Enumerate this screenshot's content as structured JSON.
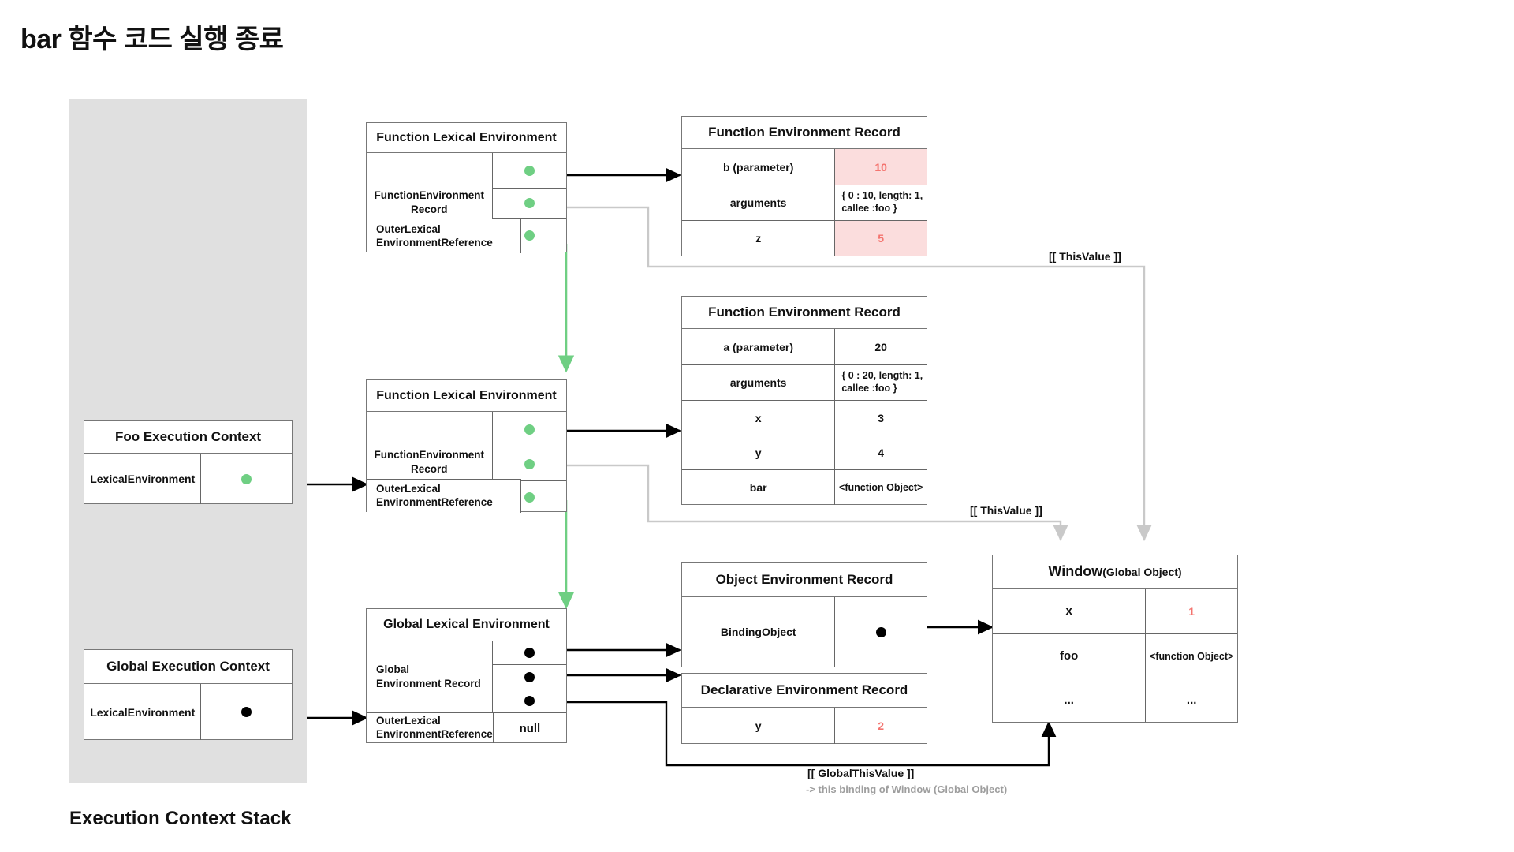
{
  "title": "bar 함수 코드 실행 종료",
  "stack": {
    "caption": "Execution Context Stack",
    "contexts": [
      {
        "name": "foo-execution-context",
        "header": "Foo Execution Context",
        "rows": [
          {
            "label": "LexicalEnvironment",
            "pointer": "green"
          }
        ]
      },
      {
        "name": "global-execution-context",
        "header": "Global Execution Context",
        "rows": [
          {
            "label": "LexicalEnvironment",
            "pointer": "black"
          }
        ]
      }
    ]
  },
  "lexical_environments": {
    "bar_fn": {
      "header": "Function Lexical Environment",
      "record_label": "FunctionEnvironment Record",
      "record_label_line1": "FunctionEnvironment",
      "record_label_line2": "Record",
      "outer_label_line1": "OuterLexical",
      "outer_label_line2": "EnvironmentReference"
    },
    "foo_fn": {
      "header": "Function Lexical Environment",
      "record_label_line1": "FunctionEnvironment",
      "record_label_line2": "Record",
      "outer_label_line1": "OuterLexical",
      "outer_label_line2": "EnvironmentReference"
    },
    "global": {
      "header": "Global Lexical Environment",
      "record_label_line1": "Global",
      "record_label_line2": "Environment Record",
      "outer_label_line1": "OuterLexical",
      "outer_label_line2": "EnvironmentReference",
      "outer_value": "null"
    }
  },
  "records": {
    "bar_fer": {
      "header": "Function Environment Record",
      "rows": [
        {
          "key": "b (parameter)",
          "value": "10",
          "highlight": true
        },
        {
          "key": "arguments",
          "value": "{ 0 : 10, length: 1, callee :foo }",
          "highlight": false,
          "multiline": true
        },
        {
          "key": "z",
          "value": "5",
          "highlight": true
        }
      ]
    },
    "foo_fer": {
      "header": "Function Environment Record",
      "rows": [
        {
          "key": "a (parameter)",
          "value": "20",
          "highlight": false
        },
        {
          "key": "arguments",
          "value": "{ 0 : 20, length: 1, callee :foo }",
          "highlight": false,
          "multiline": true
        },
        {
          "key": "x",
          "value": "3",
          "highlight": false
        },
        {
          "key": "y",
          "value": "4",
          "highlight": false
        },
        {
          "key": "bar",
          "value": "<function Object>",
          "highlight": false
        }
      ]
    },
    "object_env": {
      "header": "Object Environment Record",
      "rows": [
        {
          "key": "BindingObject",
          "pointer": "black"
        }
      ]
    },
    "declarative_env": {
      "header": "Declarative Environment Record",
      "rows": [
        {
          "key": "y",
          "value": "2",
          "red": true
        }
      ]
    },
    "window": {
      "header_main": "Window",
      "header_sub": "(Global Object)",
      "rows": [
        {
          "key": "x",
          "value": "1",
          "red": true
        },
        {
          "key": "foo",
          "value": "<function Object>",
          "red": false
        },
        {
          "key": "...",
          "value": "...",
          "red": false
        }
      ]
    }
  },
  "annotations": {
    "this_value_top": "[[ ThisValue ]]",
    "this_value_mid": "[[ ThisValue ]]",
    "global_this_value": "[[ GlobalThisValue ]]",
    "global_this_value_sub": "-> this binding of Window (Global Object)"
  },
  "colors": {
    "pointer_green": "#6fcf83",
    "pointer_black": "#000000",
    "highlight_bg": "#fbdddd",
    "highlight_text": "#f4746f",
    "stack_bg": "#e0e0e0",
    "wire_gray": "#c9c9c9",
    "border": "#777777"
  }
}
